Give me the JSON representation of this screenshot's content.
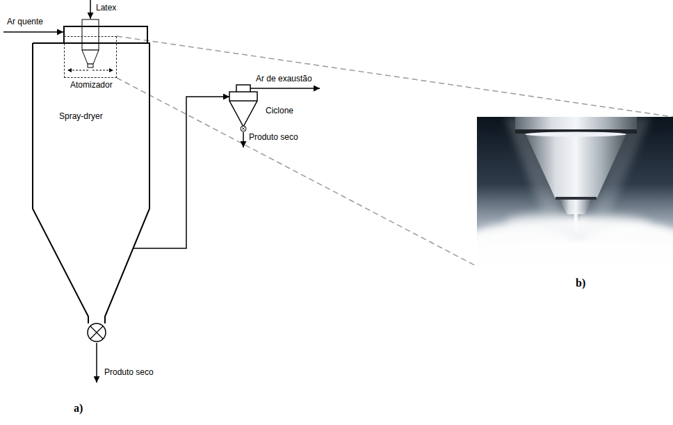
{
  "diagram": {
    "nodes": [
      {
        "text": [
          "Spray-dryer"
        ]
      },
      {
        "text": [
          "Atomizador"
        ],
        "in": 0
      },
      {
        "text": [
          "Ciclone"
        ]
      }
    ],
    "edges": [
      {
        "from": 0,
        "to": 2,
        "arrow": "to"
      }
    ],
    "labels": [
      "Latex",
      "Ar quente",
      "Ar de exaustão",
      "Produto seco",
      "Produto seco",
      "a)",
      "b)"
    ]
  }
}
